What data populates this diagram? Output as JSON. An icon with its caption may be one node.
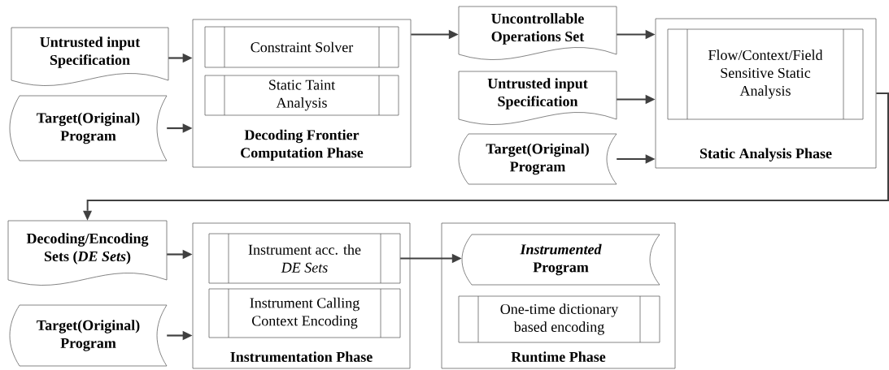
{
  "diagram": {
    "nodes": [
      {
        "text": [
          "Untrusted input Specification"
        ]
      },
      {
        "text": [
          "Target(Original) Program"
        ]
      },
      {
        "text": [
          "Decoding Frontier Computation Phase"
        ]
      },
      {
        "text": [
          "Constraint Solver"
        ],
        "in": 2
      },
      {
        "text": [
          "Static Taint Analysis"
        ],
        "in": 2
      },
      {
        "text": [
          "Uncontrollable Operations Set"
        ]
      },
      {
        "text": [
          "Untrusted input Specification"
        ]
      },
      {
        "text": [
          "Target(Original) Program"
        ]
      },
      {
        "text": [
          "Static Analysis Phase"
        ]
      },
      {
        "text": [
          "Flow/Context/Field Sensitive Static Analysis"
        ],
        "in": 8
      },
      {
        "text": [
          "Decoding/Encoding Sets (*DE Sets*)"
        ]
      },
      {
        "text": [
          "Target(Original) Program"
        ]
      },
      {
        "text": [
          "Instrumentation Phase"
        ]
      },
      {
        "text": [
          "Instrument acc. the *DE Sets*"
        ],
        "in": 12
      },
      {
        "text": [
          "Instrument Calling Context Encoding"
        ],
        "in": 12
      },
      {
        "text": [
          "Runtime Phase"
        ]
      },
      {
        "text": [
          "*Instrumented* Program"
        ],
        "in": 15
      },
      {
        "text": [
          "One-time dictionary based encoding"
        ],
        "in": 15
      }
    ],
    "edges": [
      {
        "from": 0,
        "to": 2,
        "arrow": "to"
      },
      {
        "from": 1,
        "to": 2,
        "arrow": "to"
      },
      {
        "from": 2,
        "to": 5,
        "arrow": "to"
      },
      {
        "from": 5,
        "to": 8,
        "arrow": "to"
      },
      {
        "from": 6,
        "to": 8,
        "arrow": "to"
      },
      {
        "from": 7,
        "to": 8,
        "arrow": "to"
      },
      {
        "from": 8,
        "to": 10,
        "arrow": "to"
      },
      {
        "from": 10,
        "to": 12,
        "arrow": "to"
      },
      {
        "from": 11,
        "to": 12,
        "arrow": "to"
      },
      {
        "from": 13,
        "to": 16,
        "arrow": "to"
      }
    ]
  }
}
